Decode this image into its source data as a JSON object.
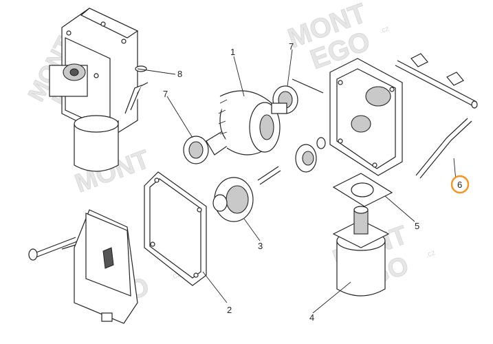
{
  "diagram": {
    "callouts": [
      {
        "id": "1",
        "label": "1"
      },
      {
        "id": "2",
        "label": "2"
      },
      {
        "id": "3",
        "label": "3"
      },
      {
        "id": "4",
        "label": "4"
      },
      {
        "id": "5",
        "label": "5"
      },
      {
        "id": "6",
        "label": "6",
        "highlighted": true
      },
      {
        "id": "7a",
        "label": "7"
      },
      {
        "id": "7b",
        "label": "7"
      },
      {
        "id": "8",
        "label": "8"
      }
    ],
    "highlight_color": "#f7941d",
    "watermark": {
      "line1": "MONT",
      "line2": "EGO",
      "suffix": ".cz"
    }
  }
}
